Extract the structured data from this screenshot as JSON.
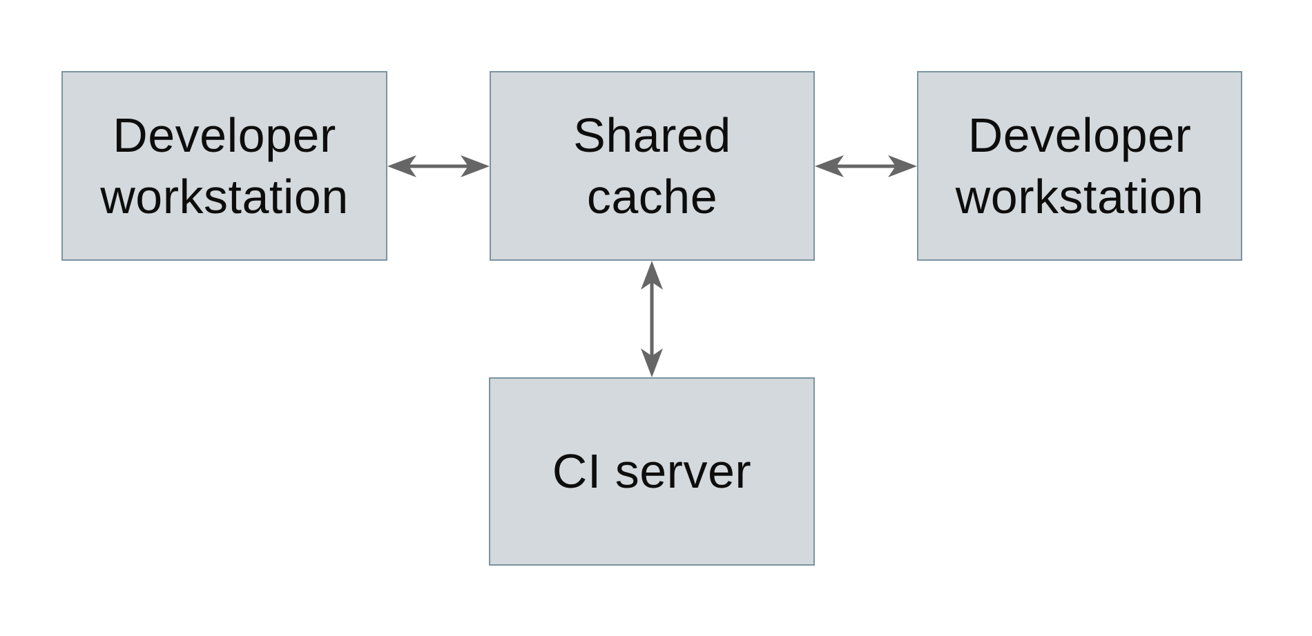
{
  "diagram": {
    "colors": {
      "background": "#ffffff",
      "node-fill": "#d3d9dc",
      "node-border": "#7b93a1",
      "arrow": "#666666",
      "text": "#0d0d0d"
    },
    "nodes": [
      {
        "id": "developer-workstation-left",
        "label": "Developer workstation",
        "lines": [
          "Developer",
          "workstation"
        ]
      },
      {
        "id": "shared-cache",
        "label": "Shared cache",
        "lines": [
          "Shared",
          "cache"
        ]
      },
      {
        "id": "developer-workstation-right",
        "label": "Developer workstation",
        "lines": [
          "Developer",
          "workstation"
        ]
      },
      {
        "id": "ci-server",
        "label": "CI server",
        "lines": [
          "CI server"
        ]
      }
    ],
    "edges": [
      {
        "from": "developer-workstation-left",
        "to": "shared-cache",
        "type": "bidirectional",
        "orientation": "horizontal"
      },
      {
        "from": "shared-cache",
        "to": "developer-workstation-right",
        "type": "bidirectional",
        "orientation": "horizontal"
      },
      {
        "from": "shared-cache",
        "to": "ci-server",
        "type": "bidirectional",
        "orientation": "vertical"
      }
    ]
  }
}
